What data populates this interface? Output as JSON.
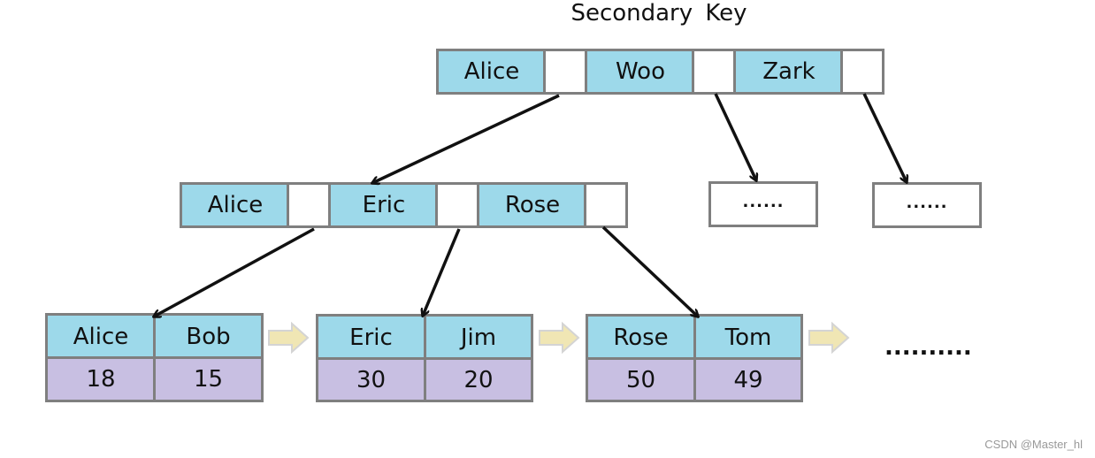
{
  "title": "Secondary  Key",
  "root": {
    "keys": [
      "Alice",
      "Woo",
      "Zark"
    ]
  },
  "level2": {
    "keys": [
      "Alice",
      "Eric",
      "Rose"
    ]
  },
  "placeholders": [
    "......",
    "......"
  ],
  "leaves": [
    {
      "keys": [
        "Alice",
        "Bob"
      ],
      "values": [
        "18",
        "15"
      ]
    },
    {
      "keys": [
        "Eric",
        "Jim"
      ],
      "values": [
        "30",
        "20"
      ]
    },
    {
      "keys": [
        "Rose",
        "Tom"
      ],
      "values": [
        "50",
        "49"
      ]
    }
  ],
  "trailing": "..........",
  "watermark": "CSDN @Master_hl",
  "colors": {
    "key_fill": "#9dd9ea",
    "value_fill": "#c8bfe2",
    "border": "#7f7f7f",
    "arrow": "#111111",
    "link_arrow": "#f0e6b4"
  },
  "icons": [
    "arrow-icon",
    "right-arrow-icon"
  ]
}
